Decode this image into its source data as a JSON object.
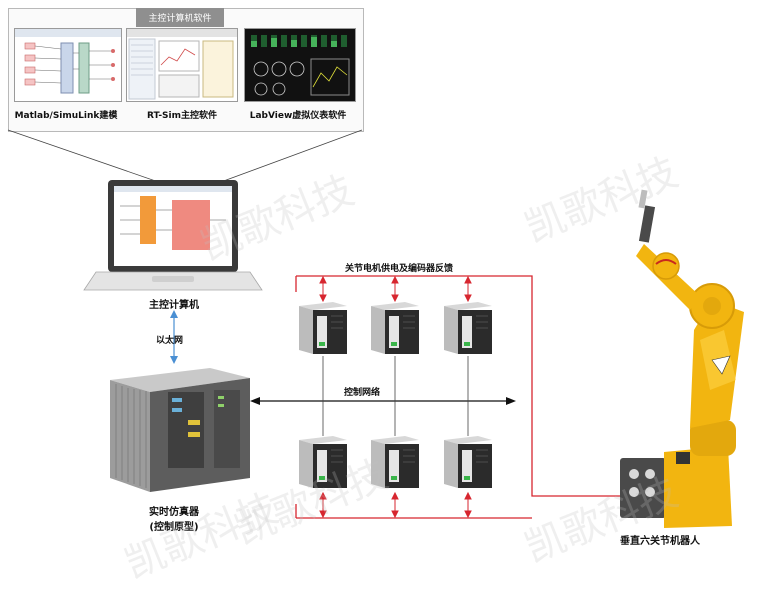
{
  "top_panel": {
    "header": "主控计算机软件",
    "items": [
      {
        "label": "Matlab/SimuLink建模"
      },
      {
        "label": "RT-Sim主控软件"
      },
      {
        "label": "LabView虚拟仪表软件"
      }
    ]
  },
  "nodes": {
    "host_pc": "主控计算机",
    "ethernet": "以太网",
    "simulator_line1": "实时仿真器",
    "simulator_line2": "(控制原型)",
    "power_feedback": "关节电机供电及编码器反馈",
    "control_network": "控制网络",
    "robot": "垂直六关节机器人"
  },
  "watermark": "凯歌科技",
  "colors": {
    "feedback_line": "#d7262f",
    "robot_yellow": "#f2b510",
    "accent_orange": "#f29a3a",
    "drive_dark": "#2b2b2b"
  }
}
